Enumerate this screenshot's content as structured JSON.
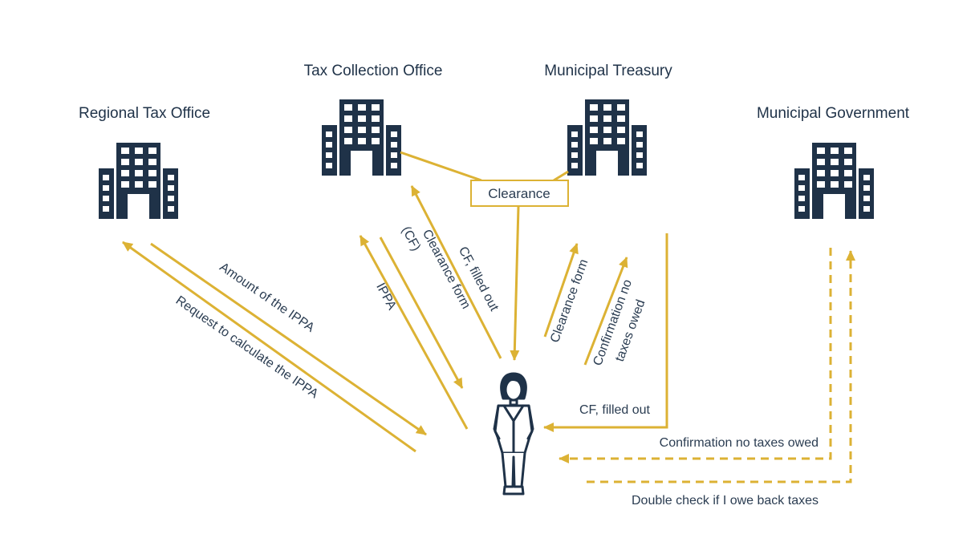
{
  "colors": {
    "building": "#1f3248",
    "arrow": "#dcb234",
    "text": "#2b3d52",
    "background": "#ffffff"
  },
  "nodes": {
    "regional_tax_office": "Regional Tax Office",
    "tax_collection_office": "Tax Collection Office",
    "municipal_treasury": "Municipal Treasury",
    "municipal_government": "Municipal Government",
    "citizen": "citizen-icon"
  },
  "box": {
    "clearance": "Clearance"
  },
  "flows": {
    "request_ippa": "Request to calculate the IPPA",
    "amount_ippa": "Amount of the IPPA",
    "ippa": "IPPA",
    "clearance_form_cf_line1": "Clearance form",
    "clearance_form_cf_line2": "(CF)",
    "cf_filled_out_tco": "CF, filled out",
    "clearance_form_mt": "Clearance form",
    "confirmation_line1": "Confirmation no",
    "confirmation_line2": "taxes owed",
    "cf_filled_out_mt": "CF, filled out",
    "confirmation_gov": "Confirmation no taxes owed",
    "double_check": "Double check if I owe back taxes"
  }
}
